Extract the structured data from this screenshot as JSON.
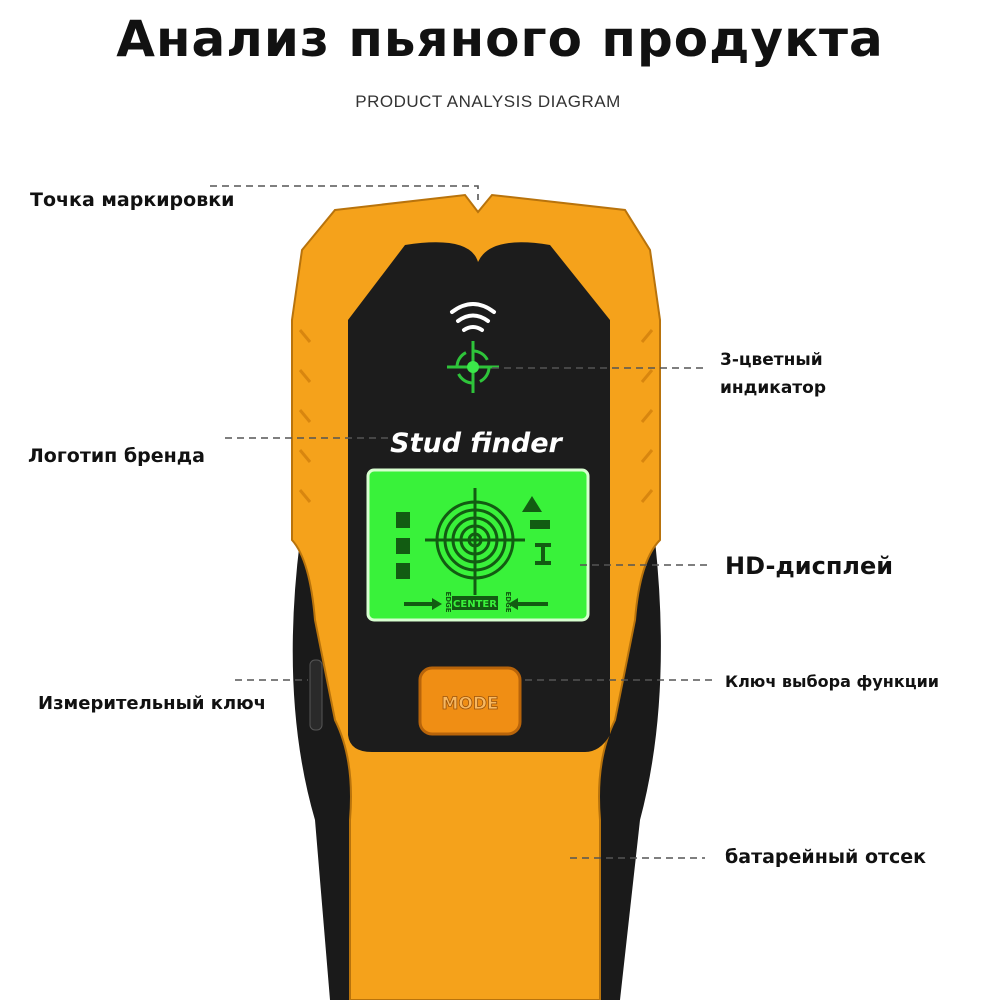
{
  "title": "Анализ пьяного продукта",
  "subtitle": "PRODUCT ANALYSIS DIAGRAM",
  "device": {
    "brand_text": "Stud finder",
    "button_label": "MODE",
    "lcd": {
      "center_label": "CENTER",
      "edge_label": "EDGE"
    },
    "colors": {
      "body": "#f5a21b",
      "face": "#1c1c1c",
      "lcd": "#39f23a",
      "indicator": "#2ec43a"
    }
  },
  "callouts": {
    "marking_point": "Точка маркировки",
    "indicator_line1": "3-цветный",
    "indicator_line2": "индикатор",
    "brand_logo": "Логотип бренда",
    "display": "HD-дисплей",
    "measure_key": "Измерительный ключ",
    "function_key": "Ключ выбора функции",
    "battery": "батарейный отсек"
  }
}
